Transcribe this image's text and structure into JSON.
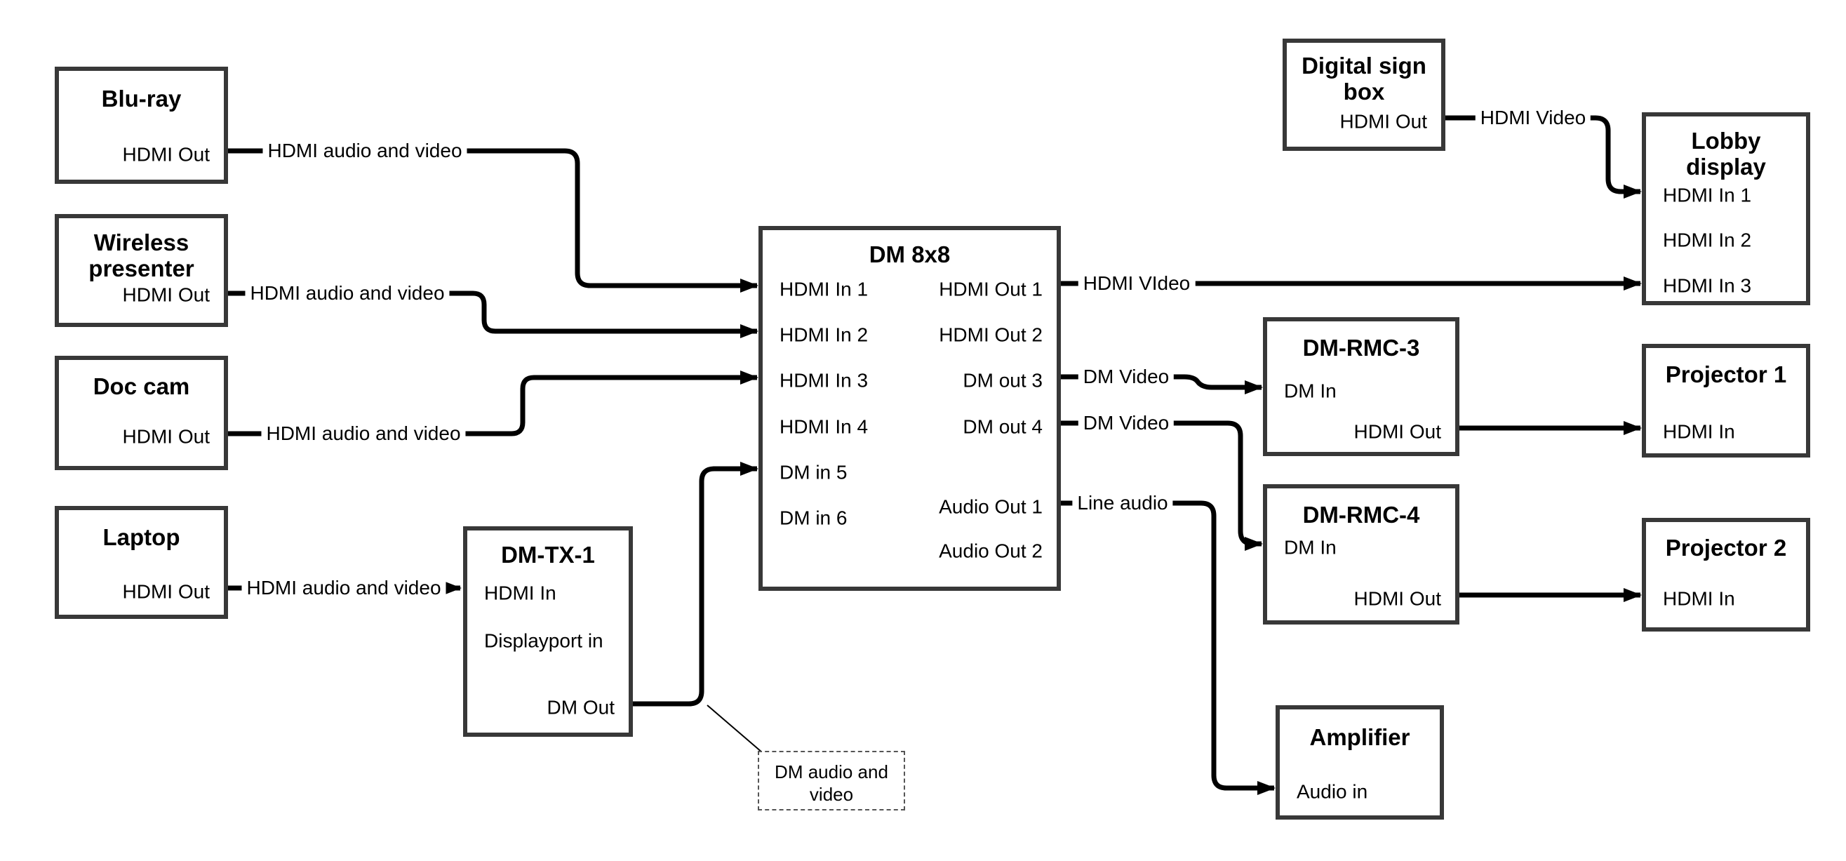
{
  "boxes": {
    "bluray": {
      "title": "Blu-ray",
      "ports": {
        "out": "HDMI Out"
      }
    },
    "wireless": {
      "title_lines": [
        "Wireless",
        "presenter"
      ],
      "ports": {
        "out": "HDMI Out"
      }
    },
    "doccam": {
      "title": "Doc cam",
      "ports": {
        "out": "HDMI Out"
      }
    },
    "laptop": {
      "title": "Laptop",
      "ports": {
        "out": "HDMI Out"
      }
    },
    "dmtx1": {
      "title": "DM-TX-1",
      "ports": {
        "hdmi_in": "HDMI In",
        "dp_in": "Displayport in",
        "dm_out": "DM Out"
      }
    },
    "dm8x8": {
      "title": "DM 8x8",
      "ports": {
        "in1": "HDMI In 1",
        "in2": "HDMI In 2",
        "in3": "HDMI In 3",
        "in4": "HDMI In 4",
        "in5": "DM in 5",
        "in6": "DM in 6",
        "out1": "HDMI Out 1",
        "out2": "HDMI Out 2",
        "out3": "DM out 3",
        "out4": "DM out 4",
        "aout1": "Audio Out 1",
        "aout2": "Audio Out 2"
      }
    },
    "dsb": {
      "title_lines": [
        "Digital sign",
        "box"
      ],
      "ports": {
        "out": "HDMI Out"
      }
    },
    "lobby": {
      "title_lines": [
        "Lobby",
        "display"
      ],
      "ports": {
        "in1": "HDMI In 1",
        "in2": "HDMI In 2",
        "in3": "HDMI In 3"
      }
    },
    "rmc3": {
      "title": "DM-RMC-3",
      "ports": {
        "dm_in": "DM In",
        "hdmi_out": "HDMI Out"
      }
    },
    "rmc4": {
      "title": "DM-RMC-4",
      "ports": {
        "dm_in": "DM In",
        "hdmi_out": "HDMI Out"
      }
    },
    "proj1": {
      "title": "Projector 1",
      "ports": {
        "in": "HDMI In"
      }
    },
    "proj2": {
      "title": "Projector 2",
      "ports": {
        "in": "HDMI In"
      }
    },
    "amp": {
      "title": "Amplifier",
      "ports": {
        "in": "Audio in"
      }
    }
  },
  "connections": [
    {
      "from": "Blu-ray HDMI Out",
      "to": "DM 8x8 HDMI In 1",
      "label": "HDMI audio and video"
    },
    {
      "from": "Wireless presenter HDMI Out",
      "to": "DM 8x8 HDMI In 2",
      "label": "HDMI audio and video"
    },
    {
      "from": "Doc cam HDMI Out",
      "to": "DM 8x8 HDMI In 3",
      "label": "HDMI audio and video"
    },
    {
      "from": "Laptop HDMI Out",
      "to": "DM-TX-1 HDMI In",
      "label": "HDMI audio and video"
    },
    {
      "from": "DM-TX-1 DM Out",
      "to": "DM 8x8 DM in 5",
      "label": ""
    },
    {
      "from": "Digital sign box HDMI Out",
      "to": "Lobby display HDMI In 1",
      "label": "HDMI Video"
    },
    {
      "from": "DM 8x8 HDMI Out 1",
      "to": "Lobby display HDMI In 3",
      "label": "HDMI VIdeo"
    },
    {
      "from": "DM 8x8 DM out 3",
      "to": "DM-RMC-3 DM In",
      "label": "DM Video"
    },
    {
      "from": "DM 8x8 DM out 4",
      "to": "DM-RMC-4 DM In",
      "label": "DM Video"
    },
    {
      "from": "DM 8x8 Audio Out 1",
      "to": "Amplifier Audio in",
      "label": "Line audio"
    },
    {
      "from": "DM-RMC-3 HDMI Out",
      "to": "Projector 1 HDMI In",
      "label": ""
    },
    {
      "from": "DM-RMC-4 HDMI Out",
      "to": "Projector 2 HDMI In",
      "label": ""
    }
  ],
  "note": {
    "lines": [
      "DM audio and",
      "video"
    ]
  },
  "colors": {
    "line": "#000000",
    "box_border": "#383838",
    "text": "#000000",
    "background": "#ffffff"
  }
}
